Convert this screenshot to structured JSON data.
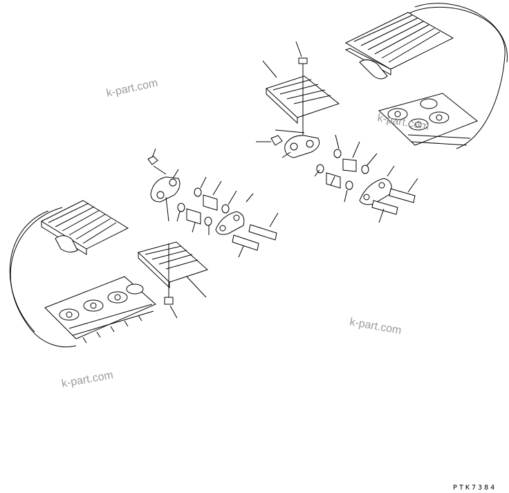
{
  "watermarks": [
    "k-part.com",
    "k-part.com",
    "k-part.com",
    "k-part.com"
  ],
  "drawing_code": "PTK7384"
}
